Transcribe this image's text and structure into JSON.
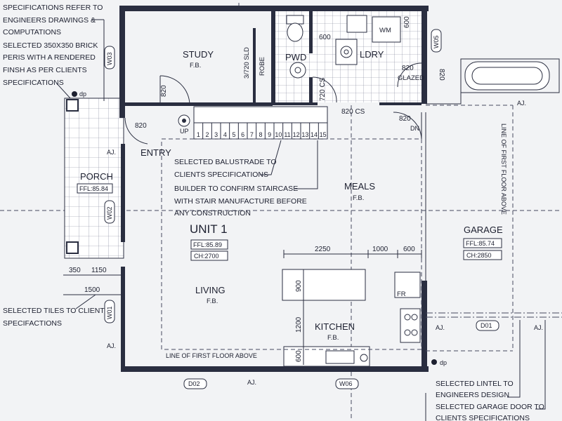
{
  "notes": {
    "engineers_l1": "SPECIFICATIONS REFER TO",
    "engineers_l2": "ENGINEERS DRAWINGS &",
    "engineers_l3": "COMPUTATIONS",
    "peris_l1": "SELECTED 350X350 BRICK",
    "peris_l2": "PERIS WITH A RENDERED",
    "peris_l3": "FINSH AS PER CLIENTS",
    "peris_l4": "SPECIFICATIONS",
    "tiles_l1": "SELECTED TILES TO CLIENTS",
    "tiles_l2": "SPECIFACTIONS",
    "balustrade_l1": "SELECTED  BALUSTRADE TO",
    "balustrade_l2": "CLIENTS SPECIFICATIONS",
    "staircase_l1": "BUILDER TO CONFIRM STAIRCASE",
    "staircase_l2": "WITH STAIR MANUFACTURE BEFORE",
    "staircase_l3": "ANY CONSTRUCTION",
    "lintel_l1": "SELECTED LINTEL TO",
    "lintel_l2": "ENGINEERS DESIGN",
    "garage_door_l1": "SELECTED GARAGE DOOR TO",
    "garage_door_l2": "CLIENTS SPECIFICATIONS",
    "line_first_floor_bottom": "LINE OF FIRST FLOOR ABOVE",
    "line_first_floor_garage": "LINE OF FIRST FLOOR ABOVE"
  },
  "rooms": {
    "study": "STUDY",
    "study_fb": "F.B.",
    "robe": "ROBE",
    "sld": "3/720 SLD",
    "pwd": "PWD",
    "ldry": "LDRY",
    "wm": "WM",
    "glazed": "GLAZED",
    "porch": "PORCH",
    "porch_ffl": "FFL:85.84",
    "entry": "ENTRY",
    "meals": "MEALS",
    "meals_fb": "F.B.",
    "unit": "UNIT 1",
    "unit_ffl": "FFL:85.89",
    "unit_ch": "CH:2700",
    "living": "LIVING",
    "living_fb": "F.B.",
    "kitchen": "KITCHEN",
    "kitchen_fb": "F.B.",
    "fr": "FR",
    "garage": "GARAGE",
    "garage_ffl": "FFL:85.74",
    "garage_ch": "CH:2850"
  },
  "dimensions": {
    "d820_study": "820",
    "d820_entry": "820",
    "d820_pwd": "720 CS",
    "d820_cs": "820 CS",
    "d820_ldry": "820",
    "d820_garage": "820",
    "d820_w05": "820",
    "d600_pwd": "600",
    "d600_ldry": "600",
    "d2250": "2250",
    "d1000": "1000",
    "d600_kit": "600",
    "d900": "900",
    "d1200": "1200",
    "d600_bench": "600",
    "d350": "350",
    "d1150": "1150",
    "d1500": "1500"
  },
  "windows": {
    "w01": "W01",
    "w02": "W02",
    "w03": "W03",
    "w05": "W05",
    "w06": "W06",
    "d01": "D01",
    "d02": "D02"
  },
  "markers": {
    "up": "UP",
    "dn": "DN",
    "dp1": "dp",
    "dp2": "dp",
    "aj1": "AJ.",
    "aj2": "AJ.",
    "aj3": "AJ.",
    "aj4": "AJ.",
    "aj5": "AJ.",
    "aj6": "AJ."
  },
  "stairs": [
    "1",
    "2",
    "3",
    "4",
    "5",
    "6",
    "7",
    "8",
    "9",
    "10",
    "11",
    "12",
    "13",
    "14",
    "15"
  ]
}
